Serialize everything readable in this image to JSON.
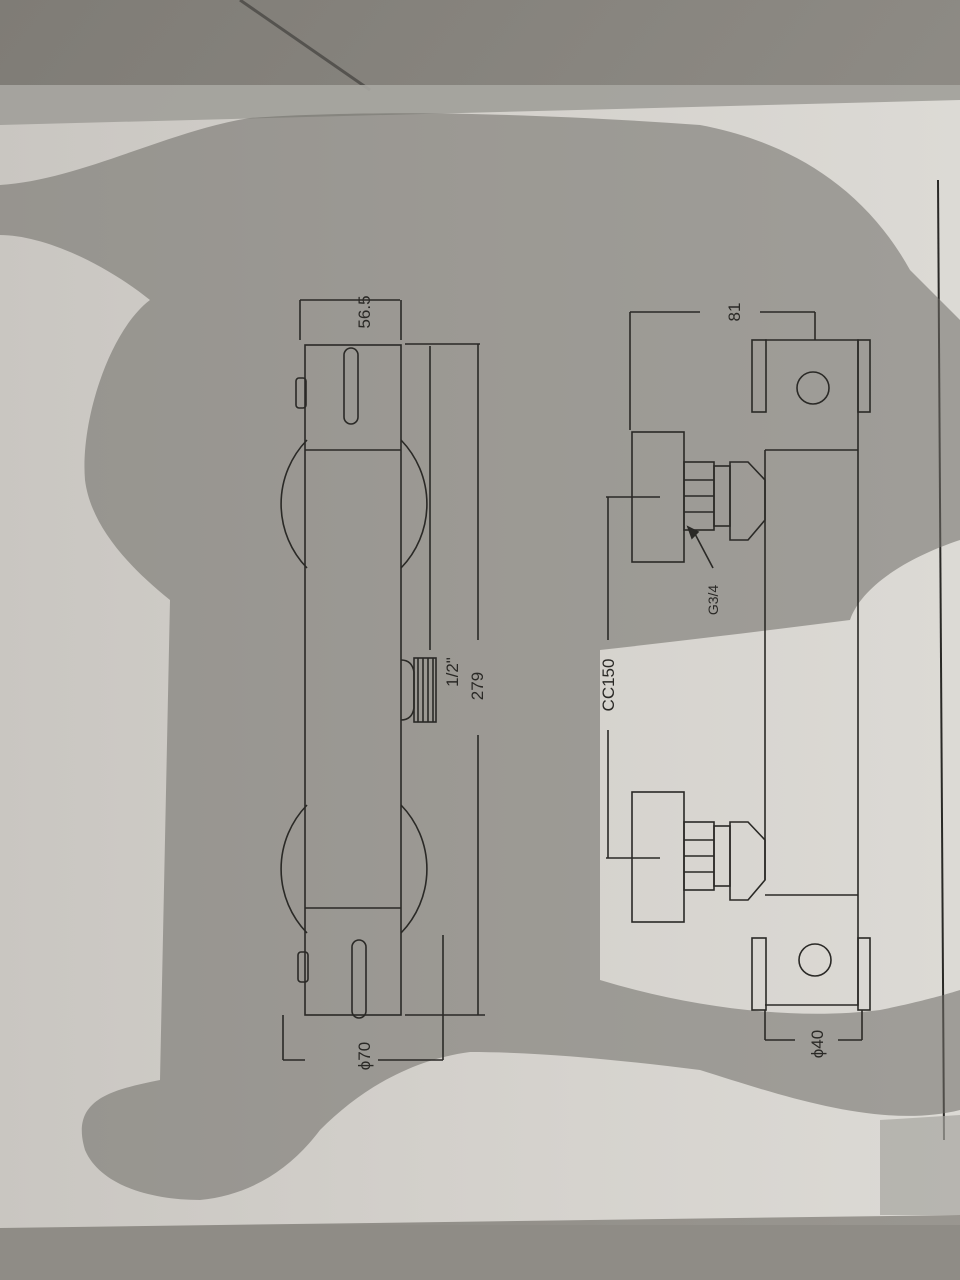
{
  "diagram": {
    "side_view": {
      "height_depth": "56.5",
      "outlet_thread": "1/2\"",
      "overall_length": "279",
      "knob_diameter": "ϕ70"
    },
    "front_view": {
      "width_depth": "81",
      "inlet_thread": "G3/4",
      "centre_distance": "CC150",
      "handle_diameter": "ϕ40"
    }
  }
}
